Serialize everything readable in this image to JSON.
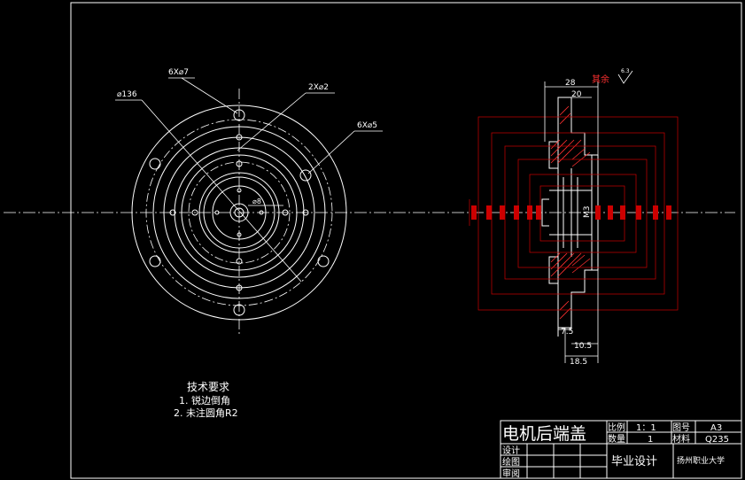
{
  "colors": {
    "background": "#000000",
    "line": "#ffffff",
    "dimension": "#ff0000",
    "hidden": "#aaaaaa"
  },
  "front_view": {
    "callout_holes_6x7": "6X⌀7",
    "callout_holes_2x2": "2X⌀2",
    "callout_holes_6x5": "6X⌀5",
    "dia_136": "⌀136",
    "dia_8": "⌀8"
  },
  "side_view": {
    "dim_28": "28",
    "dim_20": "20",
    "dim_7_5": "7.5",
    "dim_10_5": "10.5",
    "dim_18_5": "18.5",
    "thread": "M3",
    "roughness_note": "其余",
    "roughness_value": "6.3"
  },
  "tech_requirements": {
    "title": "技术要求",
    "item1": "1. 锐边倒角",
    "item2": "2. 未注圆角R2"
  },
  "title_block": {
    "part_name": "电机后端盖",
    "scale_label": "比例",
    "scale_value": "1：1",
    "drawing_no_label": "图号",
    "paper_size": "A3",
    "quantity_label": "数量",
    "quantity_value": "1",
    "material_label": "材料",
    "material_value": "Q235",
    "designer_label": "设计",
    "drafter_label": "绘图",
    "reviewer_label": "审阅",
    "project": "毕业设计",
    "school": "扬州职业大学"
  }
}
